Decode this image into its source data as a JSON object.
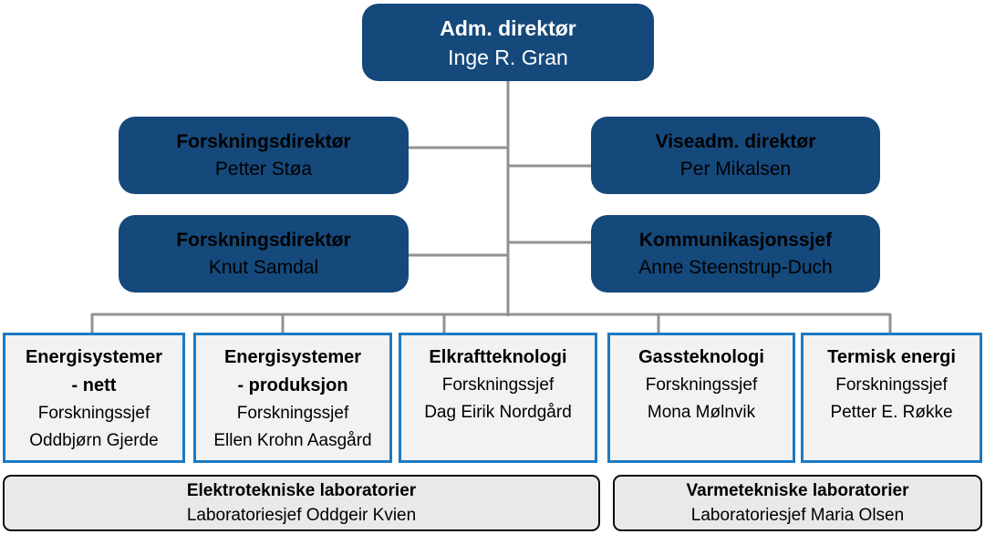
{
  "org_chart": {
    "ceo": {
      "title": "Adm. direktør",
      "name": "Inge R. Gran"
    },
    "executives": [
      {
        "title": "Forskningsdirektør",
        "name": "Petter Støa"
      },
      {
        "title": "Viseadm. direktør",
        "name": "Per Mikalsen"
      },
      {
        "title": "Forskningsdirektør",
        "name": "Knut Samdal"
      },
      {
        "title": "Kommunikasjonssjef",
        "name": "Anne Steenstrup-Duch"
      }
    ],
    "departments": [
      {
        "title": "Energisystemer\n- nett",
        "role": "Forskningssjef",
        "name": "Oddbjørn Gjerde"
      },
      {
        "title": "Energisystemer\n- produksjon",
        "role": "Forskningssjef",
        "name": "Ellen Krohn Aasgård"
      },
      {
        "title": "Elkraftteknologi",
        "role": "Forskningssjef",
        "name": "Dag Eirik Nordgård"
      },
      {
        "title": "Gassteknologi",
        "role": "Forskningssjef",
        "name": "Mona Mølnvik"
      },
      {
        "title": "Termisk energi",
        "role": "Forskningssjef",
        "name": "Petter E. Røkke"
      }
    ],
    "labs": [
      {
        "title": "Elektrotekniske laboratorier",
        "name": "Laboratoriesjef Oddgeir Kvien"
      },
      {
        "title": "Varmetekniske laboratorier",
        "name": "Laboratoriesjef Maria Olsen"
      }
    ],
    "colors": {
      "node_navy": "#15497B",
      "ceo_text": "#FFFFFF",
      "executive_text": "#000000",
      "department_bg": "#F2F2F2",
      "department_border": "#1B7AC4",
      "lab_bg": "#E8E9EA",
      "lab_border": "#0B0B0B",
      "connector_gray": "#8F9295"
    }
  }
}
